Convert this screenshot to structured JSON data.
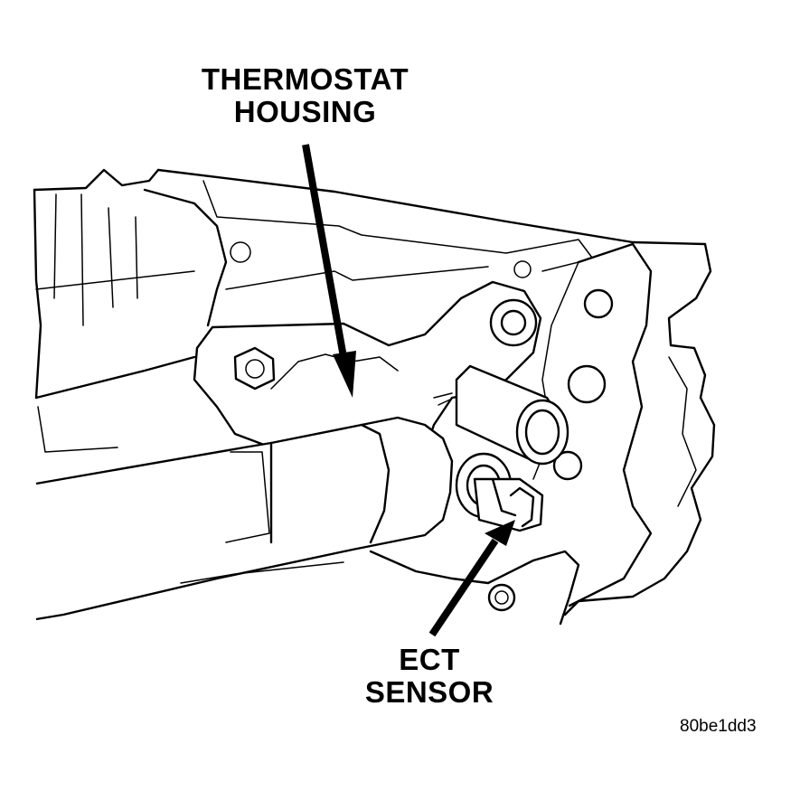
{
  "labels": {
    "thermostat_housing": [
      "THERMOSTAT",
      "HOUSING"
    ],
    "ect_sensor": [
      "ECT",
      "SENSOR"
    ]
  },
  "figure_id": "80be1dd3"
}
